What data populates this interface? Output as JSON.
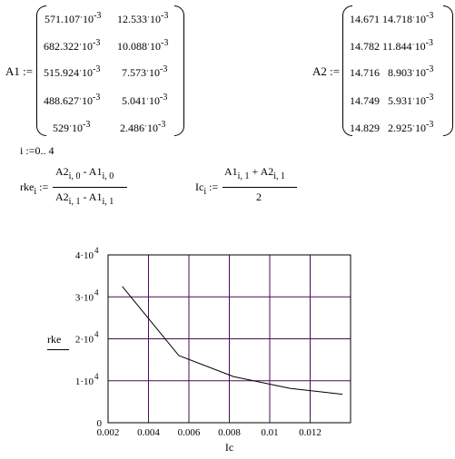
{
  "a1": {
    "name": "A1",
    "assign": ":=",
    "rows": [
      [
        "571.107",
        "10",
        "-3",
        "12.533",
        "10",
        "-3"
      ],
      [
        "682.322",
        "10",
        "-3",
        "10.088",
        "10",
        "-3"
      ],
      [
        "515.924",
        "10",
        "-3",
        "7.573",
        "10",
        "-3"
      ],
      [
        "488.627",
        "10",
        "-3",
        "5.041",
        "10",
        "-3"
      ],
      [
        "529",
        "10",
        "-3",
        "2.486",
        "10",
        "-3"
      ]
    ]
  },
  "a2": {
    "name": "A2",
    "assign": ":=",
    "rows": [
      [
        "14.671",
        "14.718",
        "10",
        "-3"
      ],
      [
        "14.782",
        "11.844",
        "10",
        "-3"
      ],
      [
        "14.716",
        "8.903",
        "10",
        "-3"
      ],
      [
        "14.749",
        "5.931",
        "10",
        "-3"
      ],
      [
        "14.829",
        "2.925",
        "10",
        "-3"
      ]
    ]
  },
  "range_def": {
    "var": "i",
    "assign": ":=",
    "start": "0",
    "dots": "..",
    "end": "4"
  },
  "rke_def": {
    "name": "rke",
    "sub": "i",
    "assign": ":=",
    "num_a": "A2",
    "num_a_sub": "i, 0",
    "minus": "-",
    "num_b": "A1",
    "num_b_sub": "i, 0",
    "den_a": "A2",
    "den_a_sub": "i, 1",
    "den_b": "A1",
    "den_b_sub": "i, 1"
  },
  "ic_def": {
    "name": "Ic",
    "sub": "i",
    "assign": ":=",
    "num_a": "A1",
    "num_a_sub": "i, 1",
    "plus": "+",
    "num_b": "A2",
    "num_b_sub": "i, 1",
    "den": "2"
  },
  "chart_data": {
    "type": "line",
    "xlabel": "Ic",
    "ylabel": "rke",
    "xlim": [
      0.002,
      0.014
    ],
    "ylim": [
      0,
      40000
    ],
    "x_ticks": [
      {
        "value": 0.002,
        "label": "0.002"
      },
      {
        "value": 0.004,
        "label": "0.004"
      },
      {
        "value": 0.006,
        "label": "0.006"
      },
      {
        "value": 0.008,
        "label": "0.008"
      },
      {
        "value": 0.01,
        "label": "0.01"
      },
      {
        "value": 0.012,
        "label": "0.012"
      }
    ],
    "y_ticks": [
      {
        "value": 0,
        "base": "0",
        "exp": ""
      },
      {
        "value": 10000,
        "base": "1·10",
        "exp": "4"
      },
      {
        "value": 20000,
        "base": "2·10",
        "exp": "4"
      },
      {
        "value": 30000,
        "base": "3·10",
        "exp": "4"
      },
      {
        "value": 40000,
        "base": "4·10",
        "exp": "4"
      }
    ],
    "grid": true,
    "grid_color": "#4b0a5a",
    "series": [
      {
        "x": [
          0.0027,
          0.0055,
          0.0082,
          0.011,
          0.0136
        ],
        "y": [
          32500,
          16000,
          11000,
          8200,
          6800
        ]
      }
    ]
  }
}
